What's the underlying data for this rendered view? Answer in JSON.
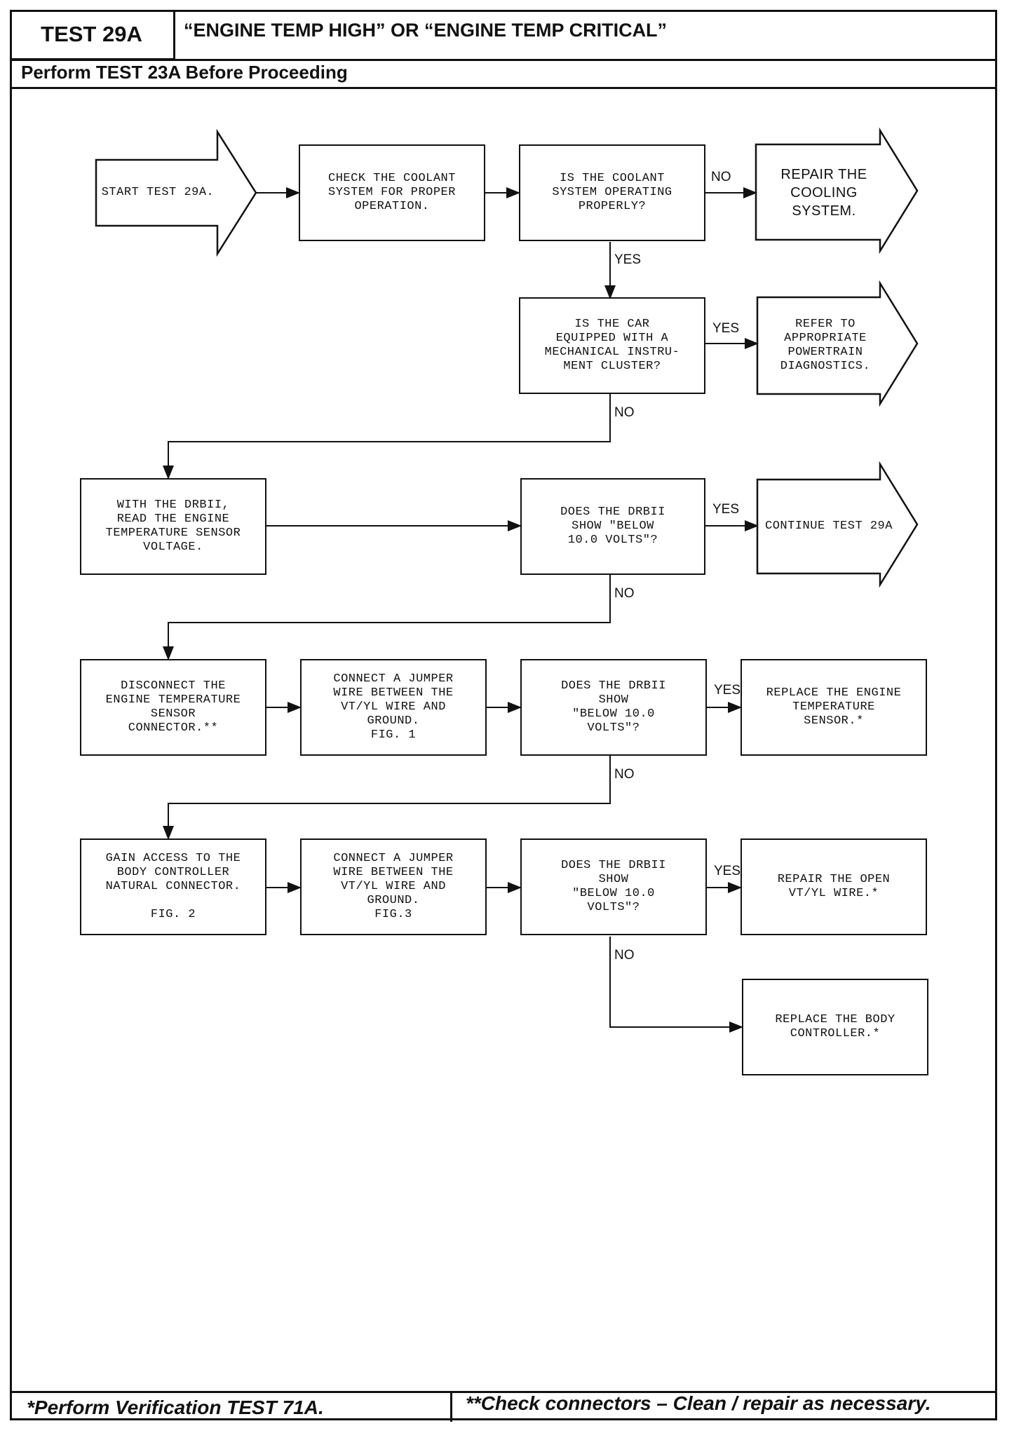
{
  "header": {
    "test_id": "TEST 29A",
    "title": "“ENGINE TEMP HIGH” OR “ENGINE TEMP CRITICAL”",
    "prerequisite": "Perform TEST 23A Before Proceeding"
  },
  "flow": {
    "start": "START TEST 29A.",
    "check_coolant": "CHECK THE COOLANT\nSYSTEM FOR PROPER\nOPERATION.",
    "coolant_question": "IS THE COOLANT\nSYSTEM OPERATING\nPROPERLY?",
    "repair_cooling": "REPAIR THE\nCOOLING\nSYSTEM.",
    "mech_cluster_question": "IS THE CAR\nEQUIPPED WITH A\nMECHANICAL INSTRU-\nMENT CLUSTER?",
    "refer_powertrain": "REFER TO\nAPPROPRIATE\nPOWERTRAIN\nDIAGNOSTICS.",
    "read_sensor_voltage": "WITH THE DRBII,\nREAD THE ENGINE\nTEMPERATURE SENSOR\nVOLTAGE.",
    "drbii_question_1": "DOES THE DRBII\nSHOW \"BELOW\n10.0 VOLTS\"?",
    "continue_test": "CONTINUE TEST 29A",
    "disconnect_sensor": "DISCONNECT THE\nENGINE TEMPERATURE\nSENSOR\nCONNECTOR.**",
    "jumper_1": "CONNECT A JUMPER\nWIRE BETWEEN THE\nVT/YL WIRE AND\nGROUND.\nFIG. 1",
    "drbii_question_2": "DOES THE DRBII\nSHOW\n\"BELOW 10.0\nVOLTS\"?",
    "replace_sensor": "REPLACE THE ENGINE\nTEMPERATURE\nSENSOR.*",
    "access_body_controller": "GAIN ACCESS TO THE\nBODY CONTROLLER\nNATURAL CONNECTOR.\n\nFIG. 2",
    "jumper_2": "CONNECT A JUMPER\nWIRE BETWEEN THE\nVT/YL WIRE AND\nGROUND.\nFIG.3",
    "drbii_question_3": "DOES THE DRBII\nSHOW\n\"BELOW 10.0\nVOLTS\"?",
    "repair_open_wire": "REPAIR THE OPEN\nVT/YL WIRE.*",
    "replace_body_controller": "REPLACE THE BODY\nCONTROLLER.*"
  },
  "labels": {
    "yes": "YES",
    "no": "NO"
  },
  "footer": {
    "verification_note": "*Perform Verification TEST 71A.",
    "connector_note": "**Check connectors – Clean / repair as necessary."
  }
}
